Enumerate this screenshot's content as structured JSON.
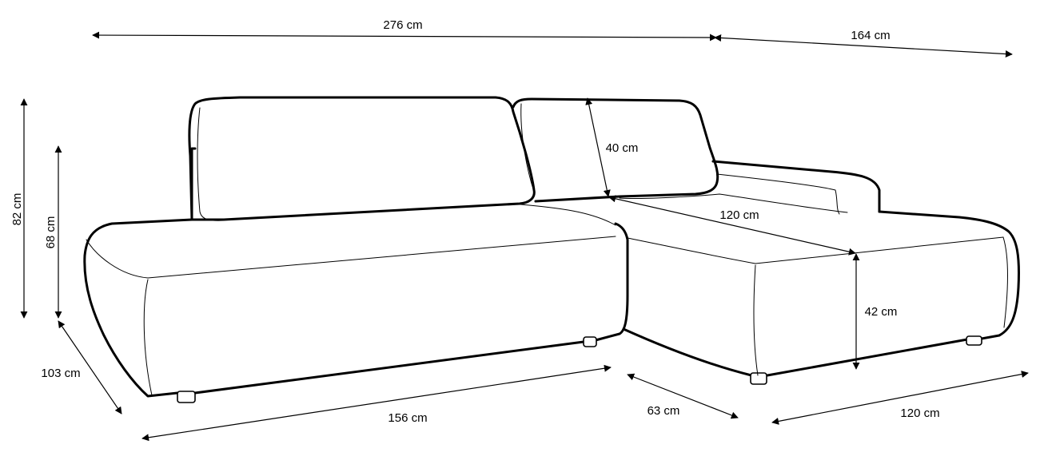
{
  "dimensions": {
    "total_width": "276 cm",
    "chaise_depth_total": "164 cm",
    "total_height": "82 cm",
    "backrest_height": "68 cm",
    "cushion_height": "40 cm",
    "chaise_length": "120 cm",
    "seat_height": "42 cm",
    "depth": "103 cm",
    "seat_width": "156 cm",
    "seat_depth": "63 cm",
    "chaise_width": "120 cm"
  }
}
